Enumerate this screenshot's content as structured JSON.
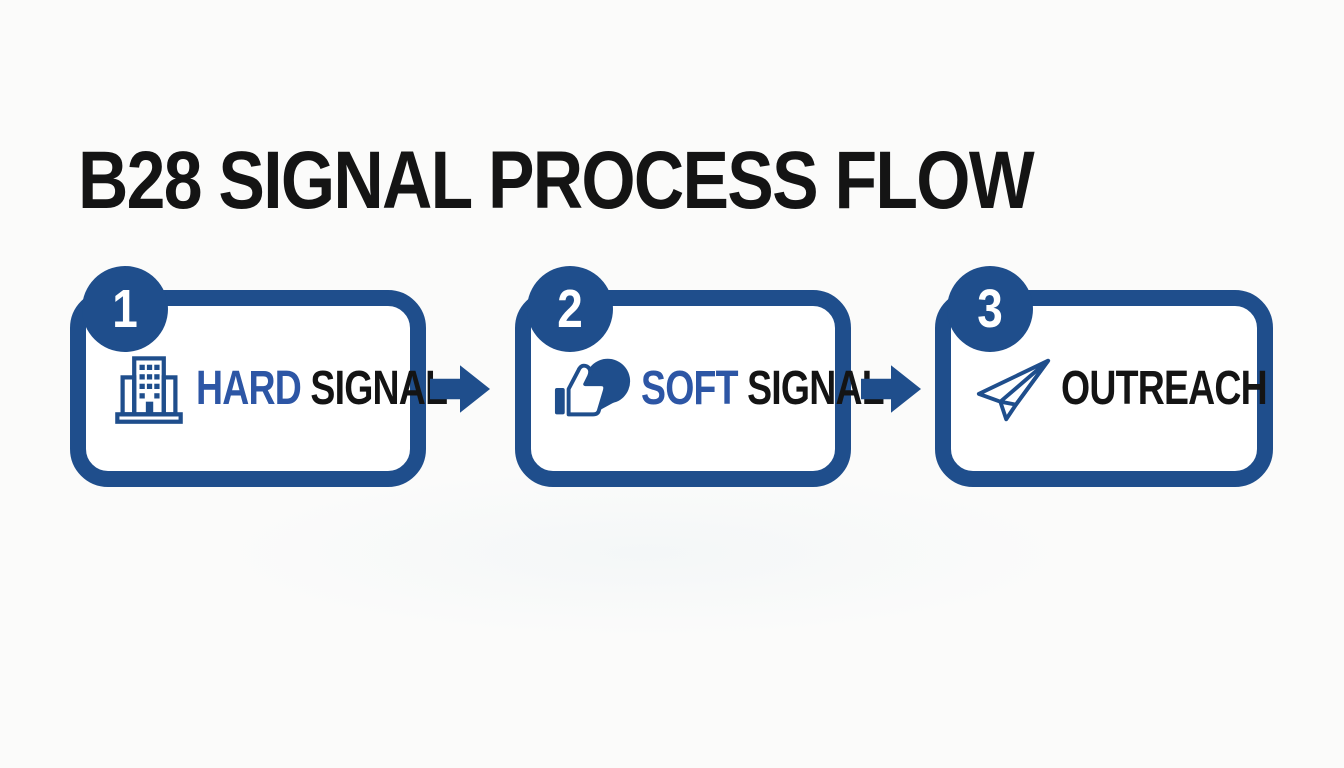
{
  "title": "B28 SIGNAL PROCESS FLOW",
  "colors": {
    "primary_blue": "#1f4e8c",
    "accent_text_blue": "#2d56a5",
    "text_black": "#141414",
    "badge_text": "#ffffff",
    "background": "#fbfbfa"
  },
  "steps": [
    {
      "number": "1",
      "icon": "office-building-icon",
      "label_accent": "HARD",
      "label_rest": "SIGNAL"
    },
    {
      "number": "2",
      "icon": "thumbs-up-speech-bubble-icon",
      "label_accent": "SOFT",
      "label_rest": "SIGNAL"
    },
    {
      "number": "3",
      "icon": "paper-plane-icon",
      "label_accent": "",
      "label_rest": "OUTREACH"
    }
  ],
  "connectors": [
    {
      "icon": "arrow-right-icon"
    },
    {
      "icon": "arrow-right-icon"
    }
  ]
}
